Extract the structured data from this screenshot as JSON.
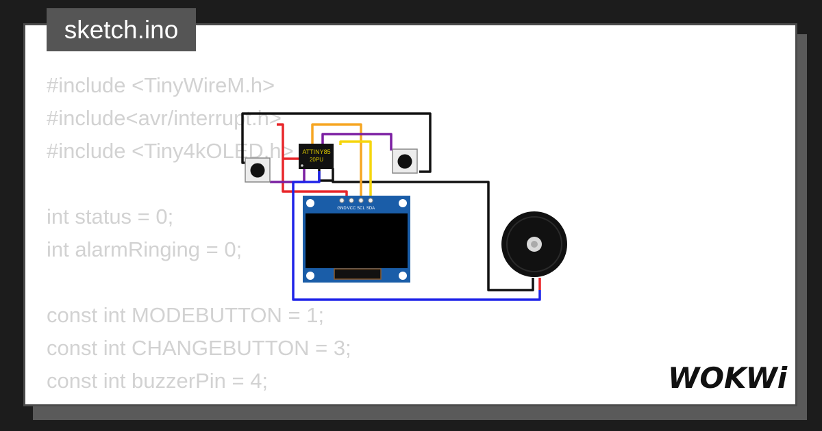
{
  "file_tab": {
    "label": "sketch.ino"
  },
  "code_lines": [
    "#include <TinyWireM.h>",
    "#include<avr/interrupt.h>",
    "#include <Tiny4kOLED.h>",
    "",
    "int status = 0;",
    "int alarmRinging = 0;",
    "",
    "const int MODEBUTTON = 1;",
    "const int CHANGEBUTTON = 3;",
    "const int buzzerPin = 4;"
  ],
  "chip": {
    "line1": "ATTINY85",
    "line2": "20PU"
  },
  "oled": {
    "pins": [
      "GND",
      "VCC",
      "SCL",
      "SDA"
    ]
  },
  "brand": {
    "logo_text": "WOKWi"
  },
  "colors": {
    "wire_black": "#111111",
    "wire_red": "#e8262a",
    "wire_orange": "#f6a623",
    "wire_yellow": "#f5d60d",
    "wire_purple": "#7b1fa2",
    "wire_blue": "#1f23e8",
    "oled_board": "#1a5da8",
    "chip_label": "#d4c200"
  }
}
